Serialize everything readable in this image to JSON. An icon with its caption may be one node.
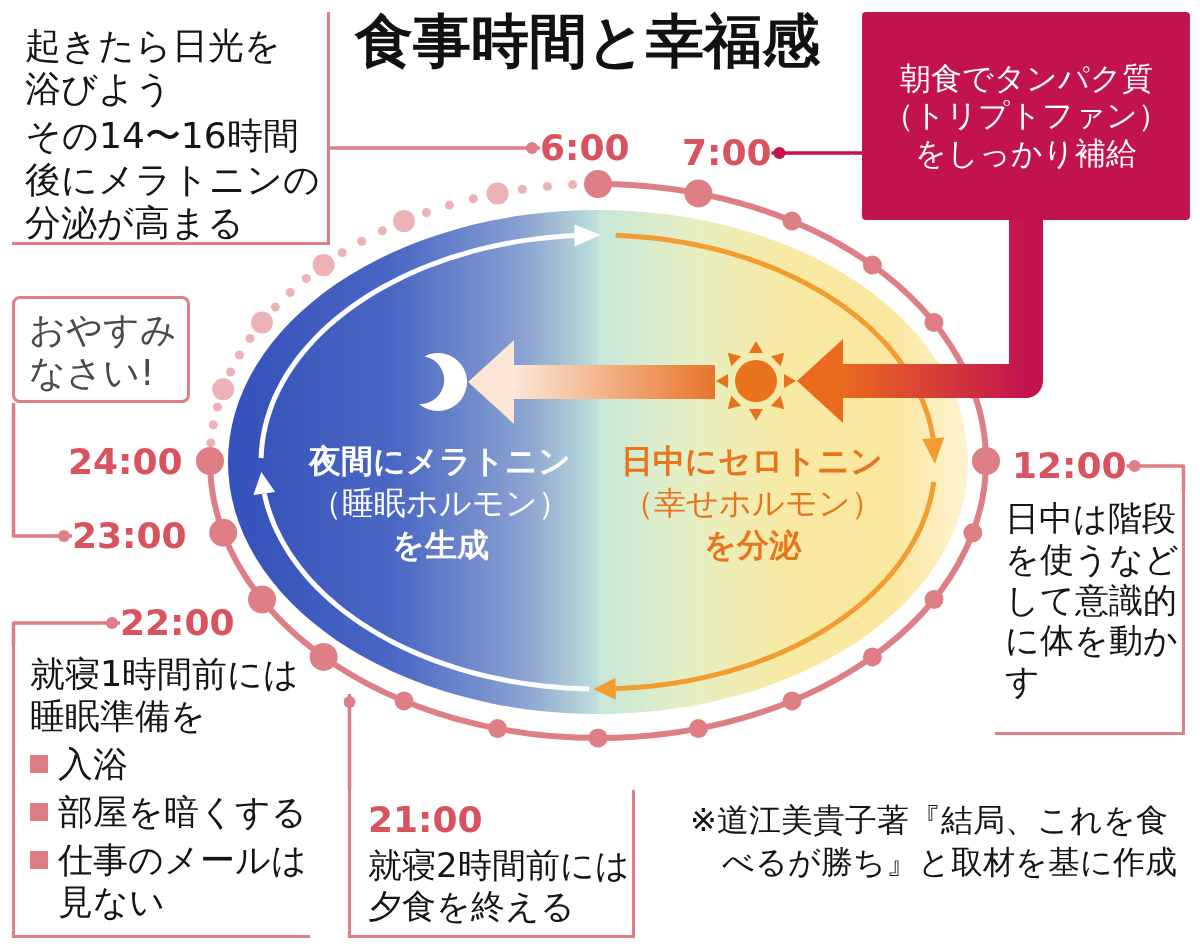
{
  "diagram": {
    "title": "食事時間と幸福感",
    "caption": "※道江美貴子著『結局、これを食べるが勝ち』と取材を基に作成",
    "nodes": [
      {
        "text": [
          "起きたら日光を浴びよう",
          "その14〜16時間後にメラトニンの分泌が高まる"
        ]
      },
      {
        "text": [
          "6:00"
        ]
      },
      {
        "text": [
          "7:00"
        ]
      },
      {
        "text": [
          "朝食でタンパク質（トリプトファン）をしっかり補給"
        ]
      },
      {
        "text": [
          "おやすみなさい!"
        ]
      },
      {
        "text": [
          "**夜間にメラトニン**（睡眠ホルモン）**を生成**"
        ]
      },
      {
        "text": [],
        "shape": "picture",
        "in": 5
      },
      {
        "text": [
          "**日中にセロトニン**（幸せホルモン）**を分泌**"
        ]
      },
      {
        "text": [],
        "shape": "picture",
        "in": 7
      },
      {
        "text": [
          "12:00"
        ]
      },
      {
        "text": [
          "日中は階段を使うなどして意識的に体を動かす"
        ]
      },
      {
        "text": [
          "23:00"
        ]
      },
      {
        "text": [
          "22:00"
        ]
      },
      {
        "text": [
          "就寝1時間前には睡眠準備を",
          "入浴",
          "部屋を暗くする",
          "仕事のメールは見ない"
        ]
      },
      {
        "text": [
          "21:00",
          "就寝2時間前には夕食を終える"
        ]
      }
    ],
    "edges": [
      {
        "from": 0,
        "to": 1,
        "arrow": "other"
      },
      {
        "from": 3,
        "to": 2,
        "arrow": "other",
        "color": "#c3134e"
      },
      {
        "from": 3,
        "to": 8,
        "arrow": "to",
        "style": "thick",
        "color": "#c3134e"
      },
      {
        "from": 8,
        "to": 6,
        "arrow": "to",
        "style": "thick",
        "color": "#e8742a"
      },
      {
        "from": 4,
        "to": 11,
        "arrow": "other"
      },
      {
        "from": 10,
        "to": 9,
        "arrow": "other"
      },
      {
        "from": 13,
        "to": 12,
        "arrow": "other"
      },
      {
        "from": 14,
        "to": null,
        "arrow": "other"
      }
    ],
    "labels": [
      "24:00"
    ]
  }
}
